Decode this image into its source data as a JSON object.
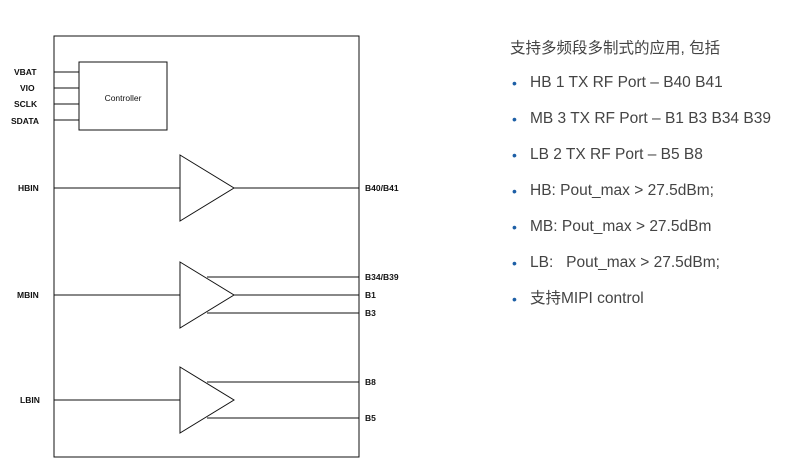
{
  "diagram": {
    "controller_label": "Controller",
    "control_pins": [
      "VBAT",
      "VIO",
      "SCLK",
      "SDATA"
    ],
    "inputs": {
      "hb": "HBIN",
      "mb": "MBIN",
      "lb": "LBIN"
    },
    "outputs": {
      "hb": [
        "B40/B41"
      ],
      "mb": [
        "B34/B39",
        "B1",
        "B3"
      ],
      "lb": [
        "B8",
        "B5"
      ]
    }
  },
  "features": {
    "heading": "支持多频段多制式的应用, 包括",
    "items": [
      "HB 1 TX RF Port – B40 B41",
      "MB 3 TX RF Port – B1 B3 B34 B39",
      "LB 2 TX RF Port – B5 B8",
      "HB: Pout_max > 27.5dBm;",
      "MB: Pout_max > 27.5dBm",
      "LB:   Pout_max > 27.5dBm;",
      "支持MIPI control"
    ]
  }
}
